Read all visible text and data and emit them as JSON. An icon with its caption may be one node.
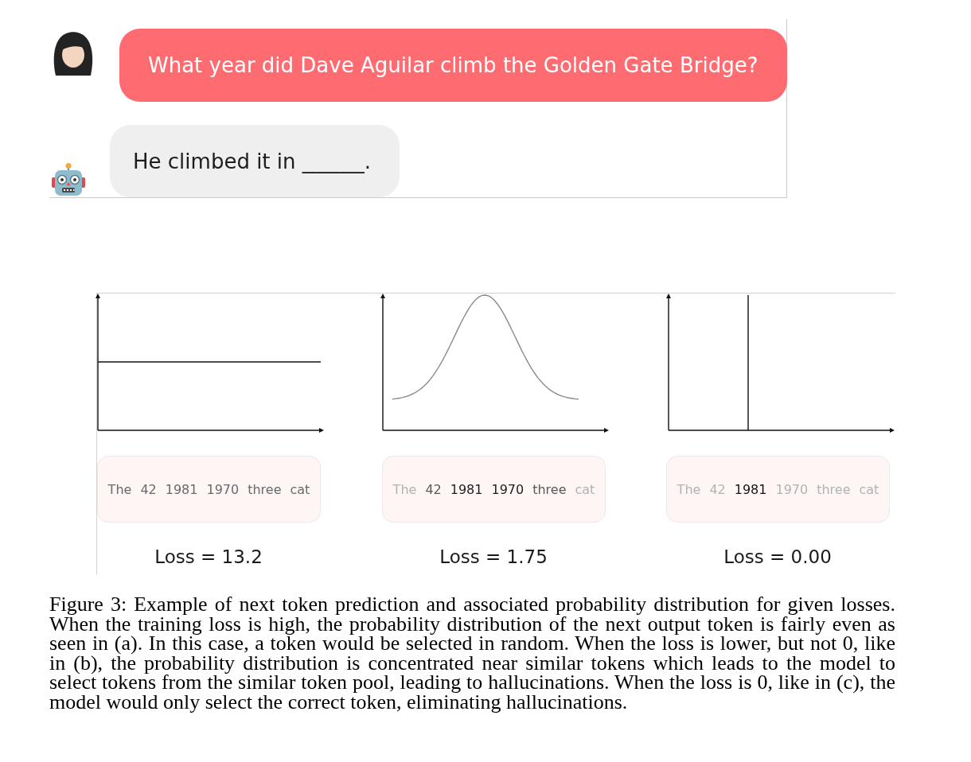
{
  "diagram": {
    "caption": "Figure 3: Example of next token prediction and associated probability distribution for given losses. When the training loss is high, the probability distribution of the next output token is fairly even as seen in (a). In this case, a token would be selected in random. When the loss is lower, but not 0, like in (b), the probability distribution is concentrated near similar tokens which leads to the model to select tokens from the similar token pool, leading to hallucinations. When the loss is 0, like in (c), the model would only select the correct token, eliminating hallucinations.",
    "nodes": [
      {
        "text": [
          "What year did Dave Aguilar climb the Golden Gate Bridge?"
        ]
      },
      {
        "text": [
          "He climbed it in ______."
        ]
      },
      {
        "text": [
          "The",
          "42",
          "1981",
          "1970",
          "three",
          "cat"
        ]
      },
      {
        "text": [
          "The",
          "42",
          "1981",
          "1970",
          "three",
          "cat"
        ]
      },
      {
        "text": [
          "The",
          "42",
          "1981",
          "1970",
          "three",
          "cat"
        ]
      }
    ],
    "labels": [
      "Loss = 13.2",
      "Loss = 1.75",
      "Loss = 0.00"
    ]
  }
}
